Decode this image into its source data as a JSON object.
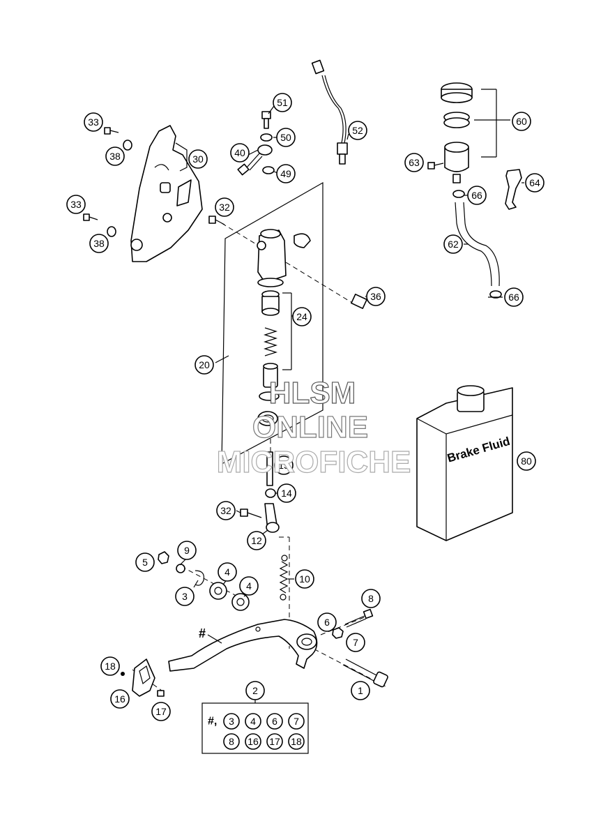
{
  "watermark": {
    "line1": "HLSM",
    "line2": "ONLINE",
    "line3": "MICROFICHE"
  },
  "container_label": "Brake Fluid",
  "kit_contents": {
    "prefix": "#,",
    "row1": [
      "3",
      "4",
      "6",
      "7"
    ],
    "row2": [
      "8",
      "16",
      "17",
      "18"
    ]
  },
  "pedal_marker": "#",
  "callouts": [
    {
      "id": "c51",
      "num": "51"
    },
    {
      "id": "c50",
      "num": "50"
    },
    {
      "id": "c40",
      "num": "40"
    },
    {
      "id": "c49",
      "num": "49"
    },
    {
      "id": "c52",
      "num": "52"
    },
    {
      "id": "c60",
      "num": "60"
    },
    {
      "id": "c63",
      "num": "63"
    },
    {
      "id": "c64",
      "num": "64"
    },
    {
      "id": "c66a",
      "num": "66"
    },
    {
      "id": "c62",
      "num": "62"
    },
    {
      "id": "c66b",
      "num": "66"
    },
    {
      "id": "c33a",
      "num": "33"
    },
    {
      "id": "c38a",
      "num": "38"
    },
    {
      "id": "c30",
      "num": "30"
    },
    {
      "id": "c33b",
      "num": "33"
    },
    {
      "id": "c38b",
      "num": "38"
    },
    {
      "id": "c32a",
      "num": "32"
    },
    {
      "id": "c36",
      "num": "36"
    },
    {
      "id": "c24",
      "num": "24"
    },
    {
      "id": "c20",
      "num": "20"
    },
    {
      "id": "c15",
      "num": "15"
    },
    {
      "id": "c14",
      "num": "14"
    },
    {
      "id": "c32b",
      "num": "32"
    },
    {
      "id": "c12",
      "num": "12"
    },
    {
      "id": "c80",
      "num": "80"
    },
    {
      "id": "c5",
      "num": "5"
    },
    {
      "id": "c9",
      "num": "9"
    },
    {
      "id": "c4a",
      "num": "4"
    },
    {
      "id": "c4b",
      "num": "4"
    },
    {
      "id": "c3",
      "num": "3"
    },
    {
      "id": "c10",
      "num": "10"
    },
    {
      "id": "c8",
      "num": "8"
    },
    {
      "id": "c6",
      "num": "6"
    },
    {
      "id": "c7",
      "num": "7"
    },
    {
      "id": "c18",
      "num": "18"
    },
    {
      "id": "c16",
      "num": "16"
    },
    {
      "id": "c17",
      "num": "17"
    },
    {
      "id": "c1",
      "num": "1"
    },
    {
      "id": "c2",
      "num": "2"
    }
  ]
}
